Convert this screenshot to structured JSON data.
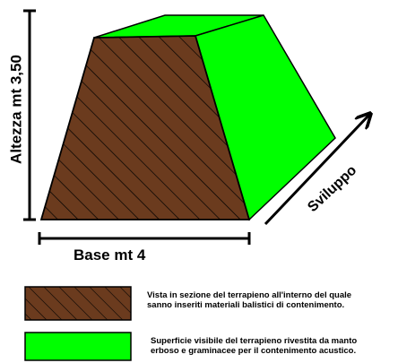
{
  "colors": {
    "section_fill": "#6B3B1E",
    "surface_fill": "#00FF00",
    "outline": "#000000"
  },
  "labels": {
    "height": "Altezza mt 3,50",
    "base": "Base mt 4",
    "development": "Sviluppo"
  },
  "legend": {
    "items": [
      {
        "swatch": "hatched-brown",
        "line1": "Vista in sezione del  terrapieno all'interno del quale",
        "line2": "sanno  inseriti  materiali  balistici  di  contenimento."
      },
      {
        "swatch": "green",
        "line1": "Superficie visibile del terrapieno rivestita da manto",
        "line2": "erboso e graminacee per il contenimento acustico."
      }
    ]
  }
}
